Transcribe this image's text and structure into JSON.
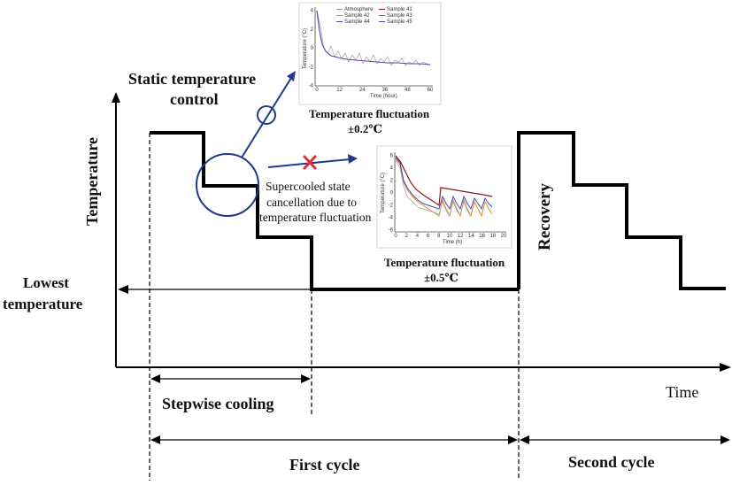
{
  "axes": {
    "y_label": "Temperature",
    "x_label": "Time"
  },
  "annotations": {
    "static_control_line1": "Static temperature",
    "static_control_line2": "control",
    "fluct_small_line1": "Temperature fluctuation",
    "fluct_small_line2": "±0.2℃",
    "supercool_line1": "Supercooled state",
    "supercool_line2": "cancellation due to",
    "supercool_line3": "temperature fluctuation",
    "fluct_large_line1": "Temperature fluctuation",
    "fluct_large_line2": "±0.5℃",
    "recovery": "Recovery",
    "lowest_line1": "Lowest",
    "lowest_line2": "temperature",
    "stepwise": "Stepwise cooling",
    "first_cycle": "First cycle",
    "second_cycle": "Second cycle"
  },
  "inset_top": {
    "ylabel": "Temperature (°C)",
    "xlabel": "Time (hour)",
    "legend": [
      "Atmosphere",
      "Sample 41",
      "Sample 42",
      "Sample 43",
      "Sample 44",
      "Sample 45"
    ],
    "yticks": [
      "4",
      "2",
      "0",
      "-2",
      "-4"
    ],
    "xticks": [
      "0",
      "12",
      "24",
      "36",
      "48",
      "60"
    ]
  },
  "inset_bottom": {
    "ylabel": "Temperature (°C)",
    "xlabel": "Time (h)",
    "yticks": [
      "6",
      "4",
      "2",
      "0",
      "-2",
      "-4",
      "-6"
    ],
    "xticks": [
      "0",
      "2",
      "4",
      "6",
      "8",
      "10",
      "12",
      "14",
      "16",
      "18",
      "20"
    ]
  },
  "colors": {
    "line": "#000000",
    "circle": "#1f3a8a",
    "cross": "#e03030",
    "inset_purple": "#6a3fa0",
    "inset_gray": "#a0a0a0",
    "inset_red": "#8b1a1a",
    "inset_orange": "#e08a2a",
    "inset_blue": "#3a4fa8"
  }
}
